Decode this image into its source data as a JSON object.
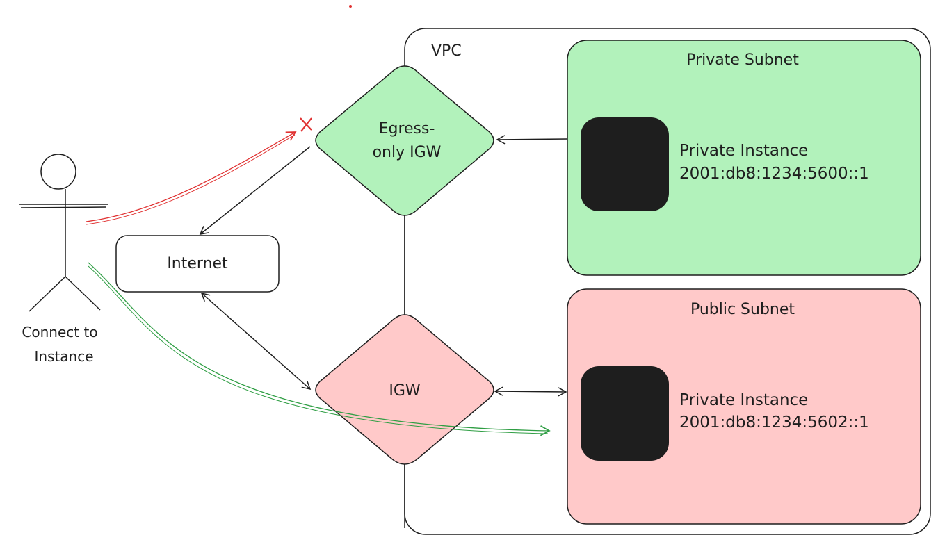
{
  "vpc": {
    "label": "VPC"
  },
  "private_subnet": {
    "title": "Private Subnet",
    "fill": "#b2f2bb",
    "instance": {
      "name": "Private Instance",
      "address": "2001:db8:1234:5600::1"
    }
  },
  "public_subnet": {
    "title": "Public Subnet",
    "fill": "#ffc9c9",
    "instance": {
      "name": "Private Instance",
      "address": "2001:db8:1234:5602::1"
    }
  },
  "egress_igw": {
    "line1": "Egress-",
    "line2": "only IGW",
    "fill": "#b2f2bb"
  },
  "igw": {
    "label": "IGW",
    "fill": "#ffc9c9"
  },
  "internet": {
    "label": "Internet"
  },
  "actor": {
    "line1": "Connect to",
    "line2": "Instance"
  },
  "colors": {
    "blocked": "#e03131",
    "allowed": "#2f9e44",
    "stroke": "#1e1e1e",
    "instance": "#1e1e1e"
  }
}
